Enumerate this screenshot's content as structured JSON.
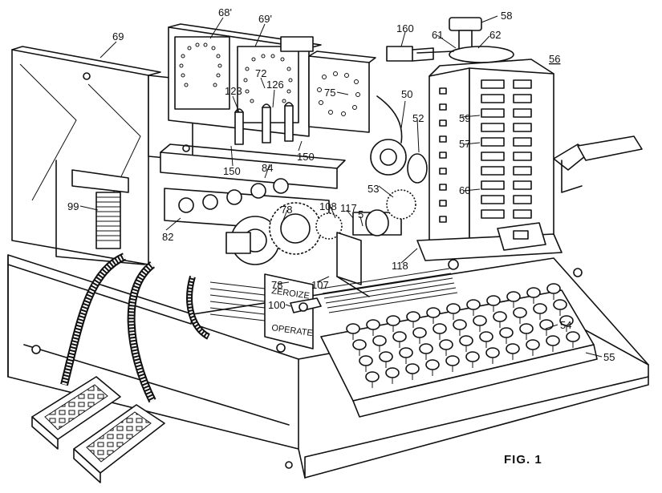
{
  "figure": {
    "caption": "FIG. 1",
    "panel_labels": {
      "zeroize": "ZEROIZE",
      "operate": "OPERATE"
    },
    "reference_numerals": [
      {
        "id": "n69",
        "text": "69"
      },
      {
        "id": "n68p",
        "text": "68'"
      },
      {
        "id": "n69p",
        "text": "69'"
      },
      {
        "id": "n72",
        "text": "72"
      },
      {
        "id": "n123",
        "text": "123"
      },
      {
        "id": "n126",
        "text": "126"
      },
      {
        "id": "n75",
        "text": "75"
      },
      {
        "id": "n150a",
        "text": "150"
      },
      {
        "id": "n150b",
        "text": "150"
      },
      {
        "id": "n84",
        "text": "84"
      },
      {
        "id": "n99",
        "text": "99"
      },
      {
        "id": "n82",
        "text": "82"
      },
      {
        "id": "n78a",
        "text": "78"
      },
      {
        "id": "n108",
        "text": "108"
      },
      {
        "id": "n117",
        "text": "117"
      },
      {
        "id": "n5",
        "text": "5"
      },
      {
        "id": "n53",
        "text": "53"
      },
      {
        "id": "n50",
        "text": "50"
      },
      {
        "id": "n52",
        "text": "52"
      },
      {
        "id": "n160",
        "text": "160"
      },
      {
        "id": "n61",
        "text": "61"
      },
      {
        "id": "n58",
        "text": "58"
      },
      {
        "id": "n62",
        "text": "62"
      },
      {
        "id": "n56",
        "text": "56"
      },
      {
        "id": "n59",
        "text": "59"
      },
      {
        "id": "n57",
        "text": "57"
      },
      {
        "id": "n60",
        "text": "60"
      },
      {
        "id": "n118",
        "text": "118"
      },
      {
        "id": "n107",
        "text": "107"
      },
      {
        "id": "n78b",
        "text": "78"
      },
      {
        "id": "n100",
        "text": "100"
      },
      {
        "id": "n54",
        "text": "54"
      },
      {
        "id": "n55",
        "text": "55"
      }
    ]
  }
}
